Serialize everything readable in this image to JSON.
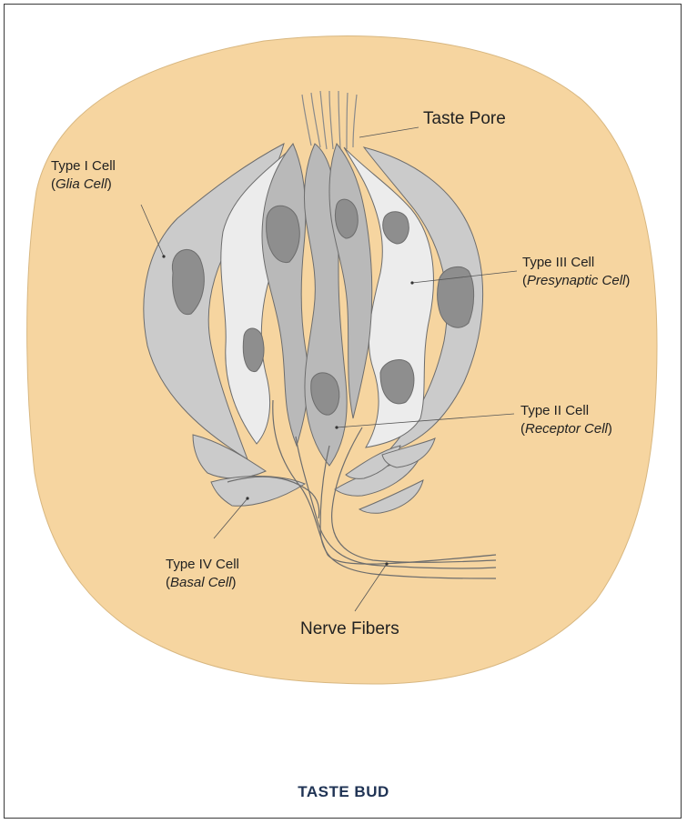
{
  "title": "TASTE BUD",
  "colors": {
    "tissue": "#f6d5a0",
    "cell_dark": "#cbcbcb",
    "cell_mid": "#b9b9b9",
    "cell_light": "#ececec",
    "nucleus": "#8e8e8e",
    "outline": "#6d6d6d",
    "title": "#1f3354"
  },
  "labels": {
    "taste_pore": "Taste Pore",
    "type1": {
      "name": "Type I Cell",
      "sub": "Glia Cell"
    },
    "type3": {
      "name": "Type III Cell",
      "sub": "Presynaptic Cell"
    },
    "type2": {
      "name": "Type II Cell",
      "sub": "Receptor Cell"
    },
    "type4": {
      "name": "Type IV Cell",
      "sub": "Basal Cell"
    },
    "nerve_fibers": "Nerve Fibers"
  }
}
